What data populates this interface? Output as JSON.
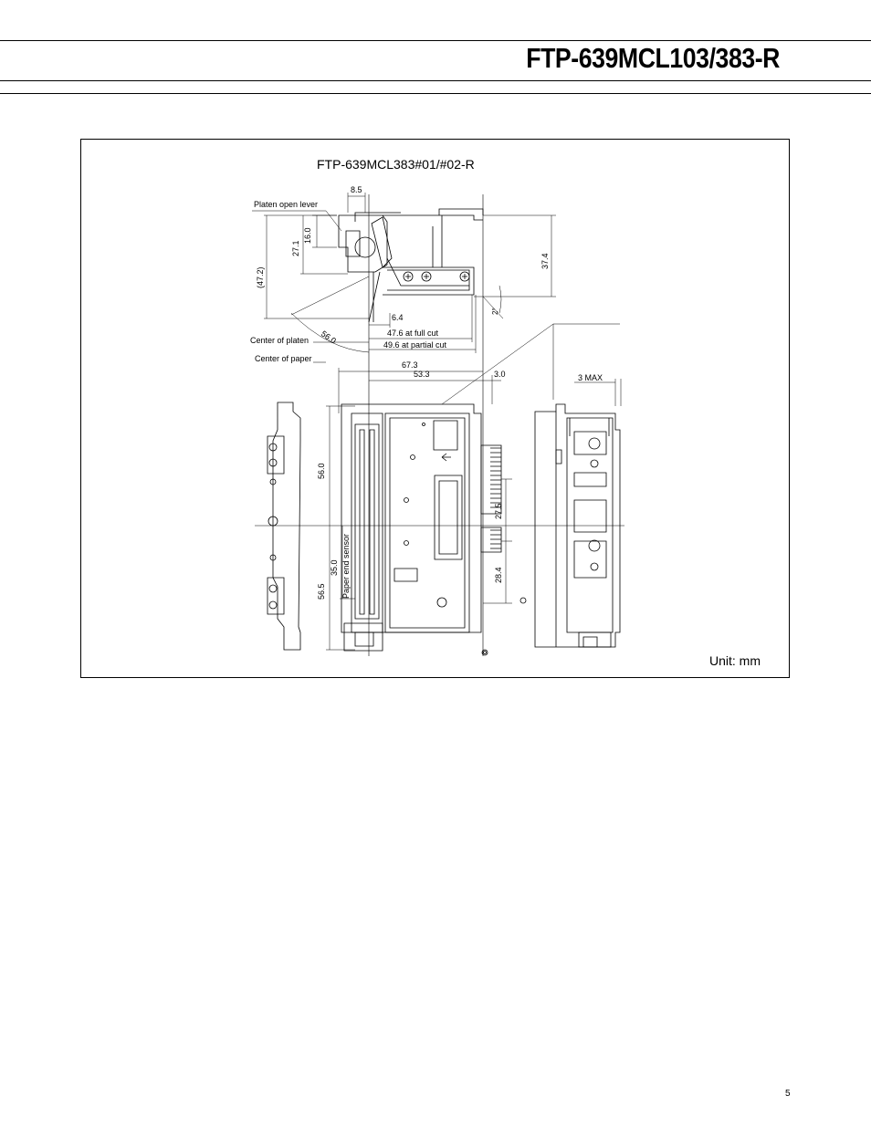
{
  "header": {
    "title": "FTP-639MCL103/383-R"
  },
  "drawing": {
    "title": "FTP-639MCL383#01/#02-R",
    "unit_label": "Unit: mm",
    "labels": {
      "platen_open_lever": "Platen open lever",
      "center_of_platen": "Center of platen",
      "center_of_paper": "Center of paper",
      "paper_end_sensor": "Paper end sensor"
    },
    "dimensions": {
      "d_8_5": "8.5",
      "d_16_0": "16.0",
      "d_27_1": "27.1",
      "d_47_2": "(47.2)",
      "d_37_4": "37.4",
      "d_2deg": "2°",
      "d_6_4": "6.4",
      "d_full_cut": "47.6 at full cut",
      "d_partial_cut": "49.6 at partial cut",
      "d_56_0_radius": "56.0",
      "d_67_3": "67.3",
      "d_53_3": "53.3",
      "d_3_0": "3.0",
      "d_3_max": "3 MAX",
      "d_56_0": "56.0",
      "d_35_0": "35.0",
      "d_56_5": "56.5",
      "d_27_5": "27.5",
      "d_28_4": "28.4"
    }
  },
  "footer": {
    "page_number": "5"
  }
}
